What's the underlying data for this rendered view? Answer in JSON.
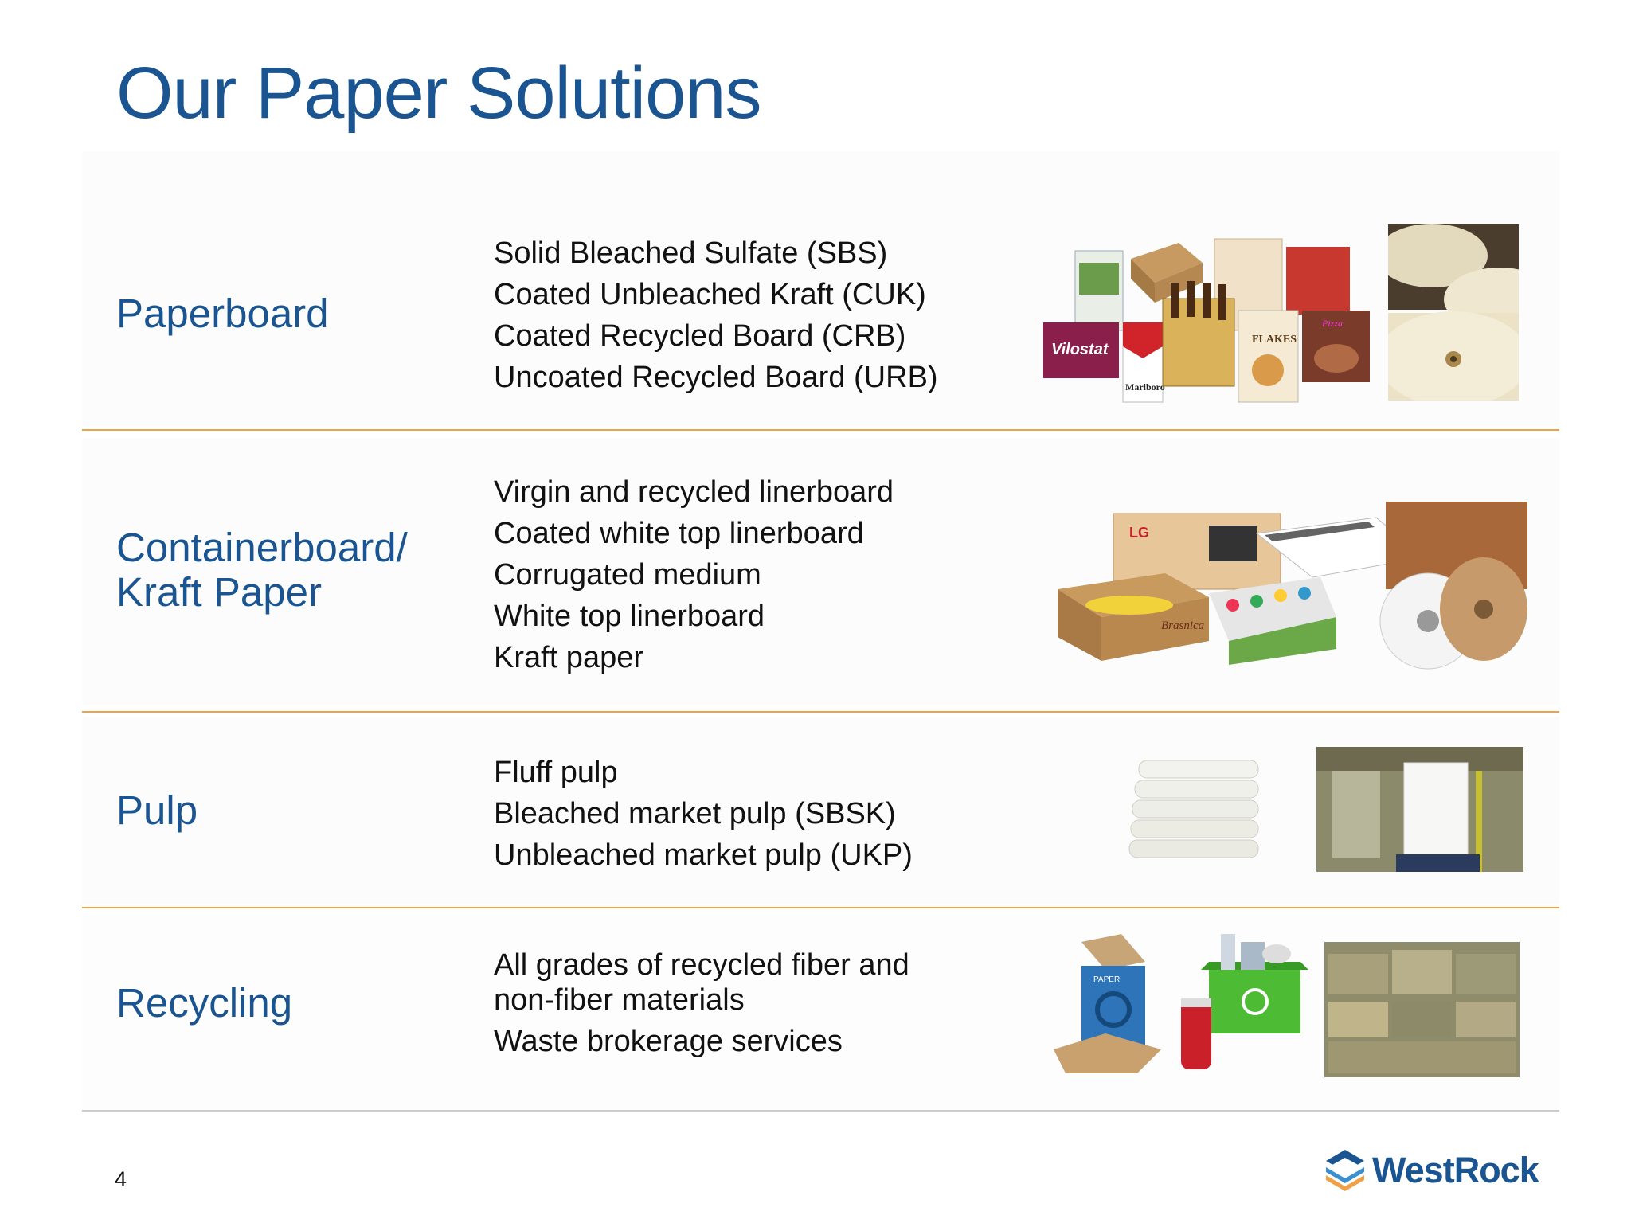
{
  "title": "Our Paper Solutions",
  "sections": [
    {
      "category": "Paperboard",
      "items": [
        "Solid Bleached Sulfate (SBS)",
        "Coated Unbleached Kraft (CUK)",
        "Coated Recycled Board (CRB)",
        "Uncoated Recycled Board (URB)"
      ],
      "image_texts": [
        "Vilostat",
        "FLAKES",
        "Marlboro",
        "Pizza"
      ]
    },
    {
      "category_lines": [
        "Containerboard/",
        "Kraft Paper"
      ],
      "items": [
        "Virgin and recycled linerboard",
        "Coated white top linerboard",
        "Corrugated medium",
        "White top linerboard",
        "Kraft paper"
      ],
      "image_texts": [
        "LG",
        "Brasnica"
      ]
    },
    {
      "category": "Pulp",
      "items": [
        "Fluff pulp",
        "Bleached market pulp (SBSK)",
        "Unbleached market pulp (UKP)"
      ]
    },
    {
      "category": "Recycling",
      "items": [
        "All grades of recycled fiber and",
        "non-fiber materials",
        "Waste brokerage services"
      ],
      "image_texts": [
        "PAPER"
      ]
    }
  ],
  "page_number": "4",
  "logo": {
    "text": "WestRock"
  },
  "colors": {
    "title": "#1a5591",
    "separator": "#f0a046",
    "bottom_rule": "#cccccc"
  }
}
